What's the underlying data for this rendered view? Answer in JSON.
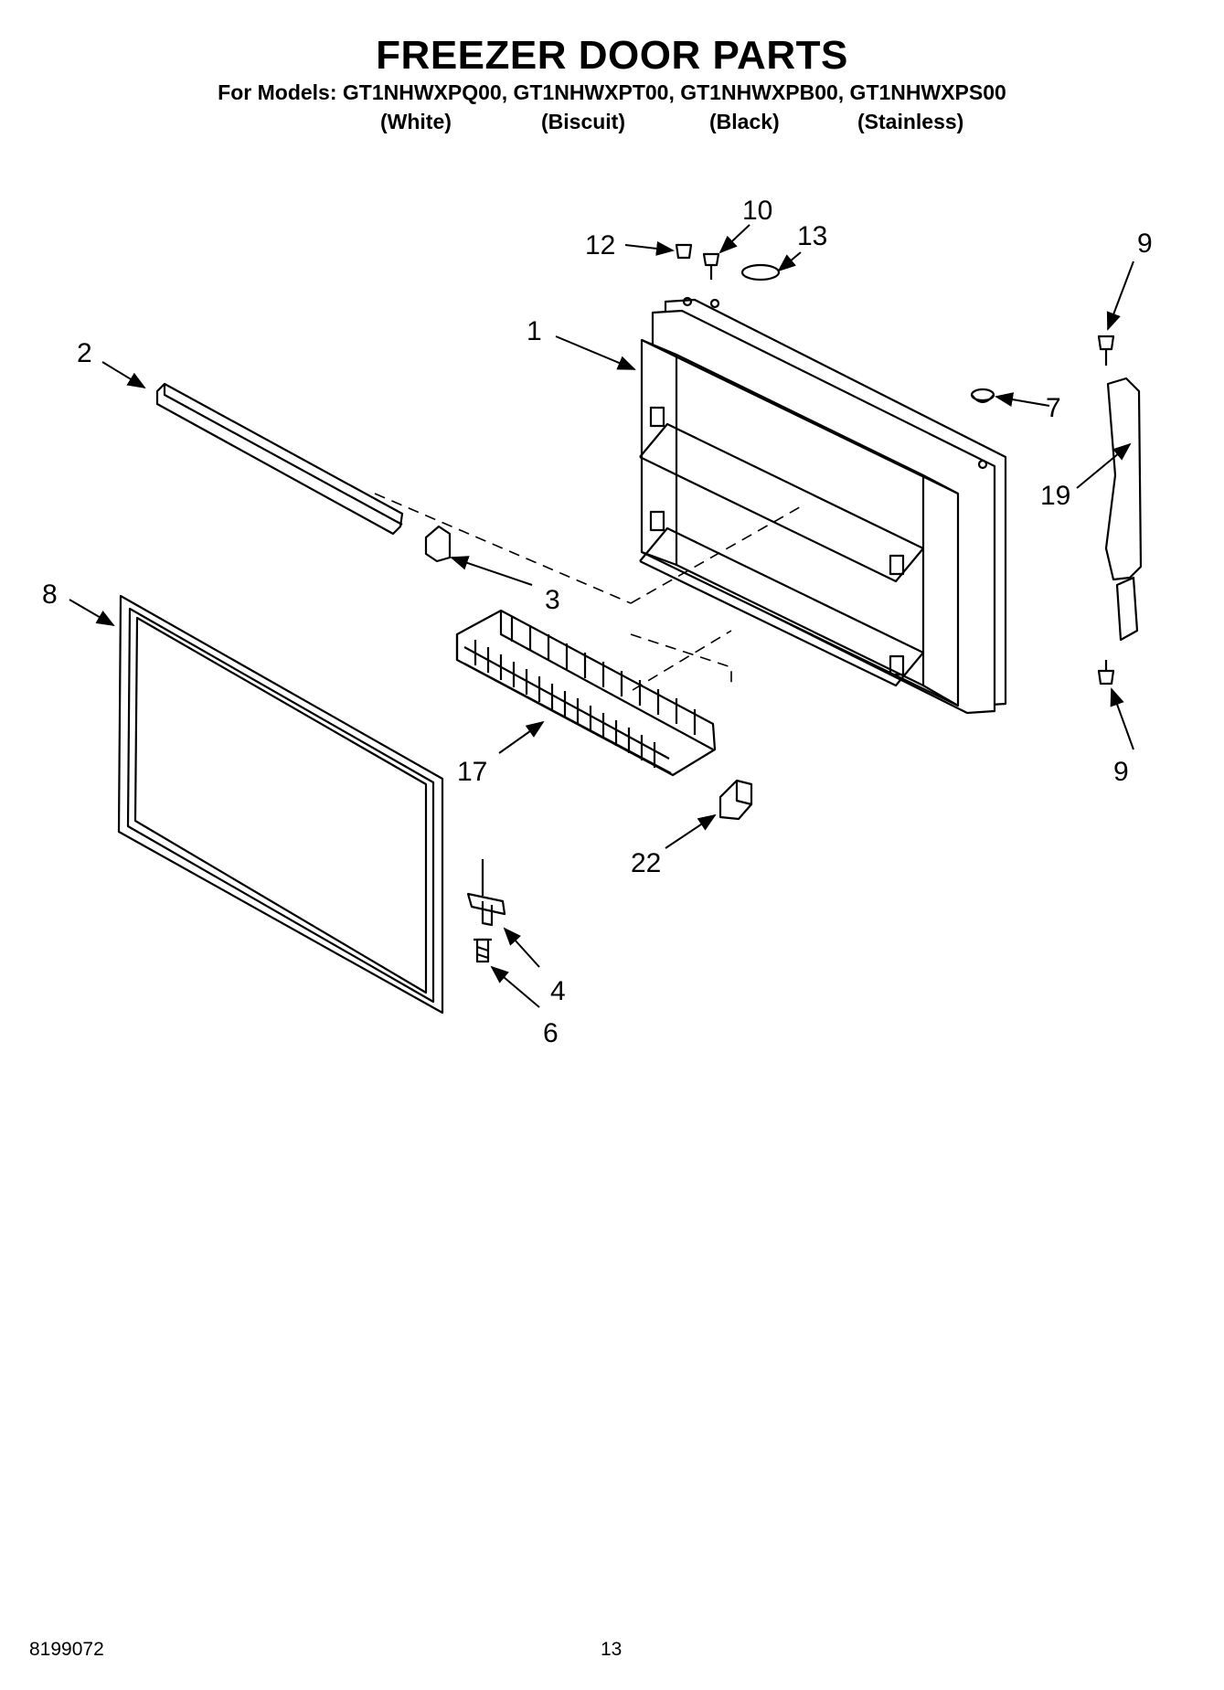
{
  "title": "FREEZER DOOR PARTS",
  "models_line": "For Models: GT1NHWXPQ00, GT1NHWXPT00, GT1NHWXPB00, GT1NHWXPS00",
  "colors": [
    "(White)",
    "(Biscuit)",
    "(Black)",
    "(Stainless)"
  ],
  "callouts": {
    "c1": "1",
    "c2": "2",
    "c3": "3",
    "c4": "4",
    "c6": "6",
    "c7": "7",
    "c8": "8",
    "c9_top": "9",
    "c9_bottom": "9",
    "c10": "10",
    "c12": "12",
    "c13": "13",
    "c17": "17",
    "c19": "19",
    "c22": "22"
  },
  "footer": {
    "doc_number": "8199072",
    "page_number": "13"
  }
}
